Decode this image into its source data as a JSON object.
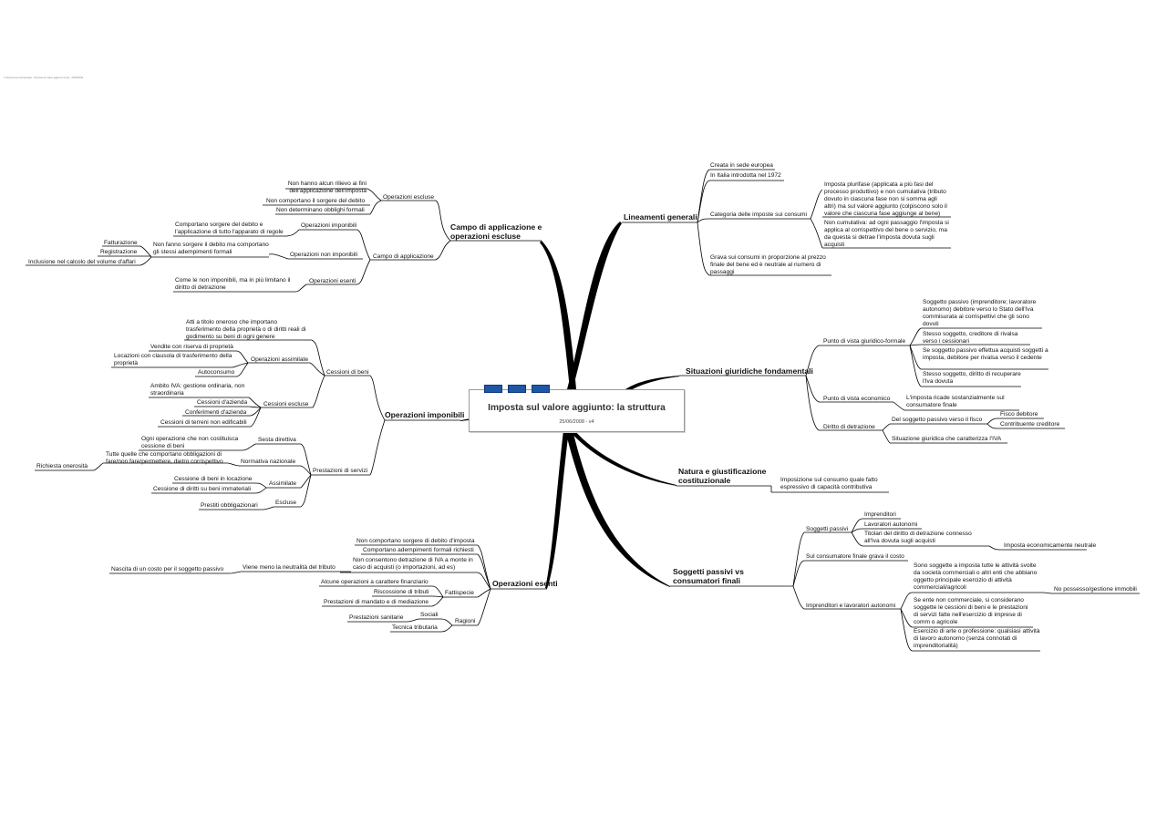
{
  "header": {
    "tiny_text": "C:\\Documents and Settings\\...\\Imposta sul valore aggiunto.mmap - 25/06/2008 -"
  },
  "central": {
    "title": "Imposta sul valore aggiunto: la struttura",
    "date": "25/06/2008 - v4"
  },
  "colors": {
    "line": "#000000",
    "tab": "#1f56a5",
    "box_border": "#9a9a9a"
  },
  "icons": [
    "tab-icon",
    "tab-icon",
    "tab-icon"
  ],
  "left": {
    "campo": {
      "title": "Campo di applicazione e operazioni escluse",
      "escluse": {
        "label": "Operazioni escluse",
        "items": [
          "Non hanno alcun rilievo ai fini dell'applicazione dell'imposta",
          "Non comportano il sorgere del debito",
          "Non determinano obblighi formali"
        ]
      },
      "applicazione": {
        "label": "Campo di applicazione",
        "imponibili": {
          "label": "Operazioni imponibili",
          "text": "Comportano sorgere del debito e l'applicazione di tutto l'apparato di regole"
        },
        "non_imponibili": {
          "label": "Operazioni non imponibili",
          "text": "Non fanno sorgere il debito ma comportano gli stessi adempimenti formali",
          "items": [
            "Fatturazione",
            "Registrazione",
            "Inclusione nel calcolo del volume d'affari"
          ]
        },
        "esenti": {
          "label": "Operazioni esenti",
          "text": "Come le non imponibili, ma in più limitano il diritto di detrazione"
        }
      }
    },
    "imponibili": {
      "title": "Operazioni imponibili",
      "cessioni": {
        "label": "Cessioni di beni",
        "text": "Atti a titolo oneroso che importano trasferimento della proprietà o di diritti reali di godimento su beni di ogni genere",
        "assimilate": {
          "label": "Operazioni assimilate",
          "items": [
            "Vendite con riserva di proprietà",
            "Locazioni con clausola di trasferimento della proprietà",
            "Autoconsumo"
          ]
        },
        "escluse": {
          "label": "Cessioni escluse",
          "items": [
            "Ambito IVA: gestione ordinaria, non straordinaria",
            "Cessioni d'azienda",
            "Conferimenti d'azienda",
            "Cessioni di terreni non edificabili"
          ]
        }
      },
      "prestazioni": {
        "label": "Prestazioni di servizi",
        "sesta": {
          "label": "Sesta direttiva",
          "text": "Ogni operazione che non costituisca cessione di beni"
        },
        "normativa": {
          "label": "Normativa nazionale",
          "text": "Tutte quelle che comportano obbligazioni di fare/non fare/permettere, dietro corrispettivo",
          "sub": "Richiesta onerosità"
        },
        "assimilate": {
          "label": "Assimilate",
          "items": [
            "Cessione di beni in locazione",
            "Cessione di diritti su beni immateriali"
          ]
        },
        "escluse": {
          "label": "Escluse",
          "items": [
            "Prestiti obbligazionari"
          ]
        }
      }
    },
    "esenti": {
      "title": "Operazioni esenti",
      "items": [
        "Non comportano sorgere di debito d'imposta",
        "Comportano adempimenti formali richiesti",
        "Non consentono detrazione di IVA a monte in caso di acquisti (o importazioni, ad es)"
      ],
      "neutralita": {
        "label": "Viene meno la neutralità del tributo",
        "sub": "Nascita di un costo per il soggetto passivo"
      },
      "fattispecie": {
        "label": "Fattispecie",
        "items": [
          "Alcune operazioni a carattere finanziario",
          "Riscossione di tributi",
          "Prestazioni di mandato e di mediazione"
        ]
      },
      "ragioni": {
        "label": "Ragioni",
        "items": [
          "Sociali",
          "Prestazioni sanitarie",
          "Tecnica tributaria"
        ]
      }
    }
  },
  "right": {
    "lineamenti": {
      "title": "Lineamenti generali",
      "items": [
        "Creata in sede europea",
        "In Italia introdotta nel 1972"
      ],
      "categoria": {
        "label": "Categoria delle imposte sui consumi",
        "items": [
          "Imposta plurifase (applicata a più fasi del processo produttivo) e non cumulativa (tributo dovuto in ciascuna fase non si somma agli altri) ma sul valore aggiunto (colpiscono solo il valore che ciascuna fase aggiunge al bene)",
          "Non cumulativa: ad ogni passaggio l'imposta si applica al corrispettivo del bene o servizio, ma da questa si detrae l'imposta dovuta sugli acquisti"
        ]
      },
      "grava": "Grava sui consumi in proporzione al prezzo finale del bene ed è neutrale al numero di passaggi"
    },
    "situazioni": {
      "title": "Situazioni giuridiche fondamentali",
      "formale": {
        "label": "Punto di vista giuridico-formale",
        "items": [
          "Soggetto passivo (imprenditore; lavoratore autonomo) debitore verso lo Stato dell'Iva commisurata ai corrispettivi che gli sono dovuti",
          "Stesso soggetto, creditore di rivalsa verso i cessionari",
          "Se soggetto passivo effettua acquisti soggetti a imposta, debitore per rivalsa verso il cedente",
          "Stesso soggetto, diritto di recuperare l'Iva dovuta"
        ]
      },
      "economico": {
        "label": "Punto di vista economico",
        "text": "L'imposta ricade sostanzialmente sul consumatore finale"
      },
      "detrazione": {
        "label": "Diritto di detrazione",
        "fisco": {
          "label": "Del soggetto passivo verso il fisco",
          "items": [
            "Fisco debitore",
            "Contribuente creditore"
          ]
        },
        "situazione": "Situazione giuridica che caratterizza l'IVA"
      }
    },
    "natura": {
      "title": "Natura e giustificazione costituzionale",
      "text": "Imposizione sul consumo quale fatto espressivo di capacità contributiva"
    },
    "soggetti": {
      "title": "Soggetti passivi vs consumatori finali",
      "passivi": {
        "label": "Soggetti passivi",
        "items": [
          "Imprenditori",
          "Lavoratori autonomi",
          "Titolari del diritto di detrazione connesso all'Iva dovuta sugli acquisti"
        ],
        "sub": "Imposta economicamente neutrale"
      },
      "consumatore": "Sul consumatore finale grava il costo",
      "imprenditori": {
        "label": "Imprenditori e lavoratori autonomi",
        "items": [
          "Sono soggette a imposta tutte le attività svolte da società commerciali o altri enti che abbiano oggetto principale esercizio di attività commerciali/agricoli",
          "Se ente non commerciale, si considerano soggette le cessioni di beni e le prestazioni di servizi fatte nell'esercizio di imprese di comm o agricole",
          "Esercizio di arte o professione: qualsiasi attività di lavoro autonomo (senza connotati di imprenditorialità)"
        ],
        "sub": "No possesso/gestione immobili"
      }
    }
  }
}
